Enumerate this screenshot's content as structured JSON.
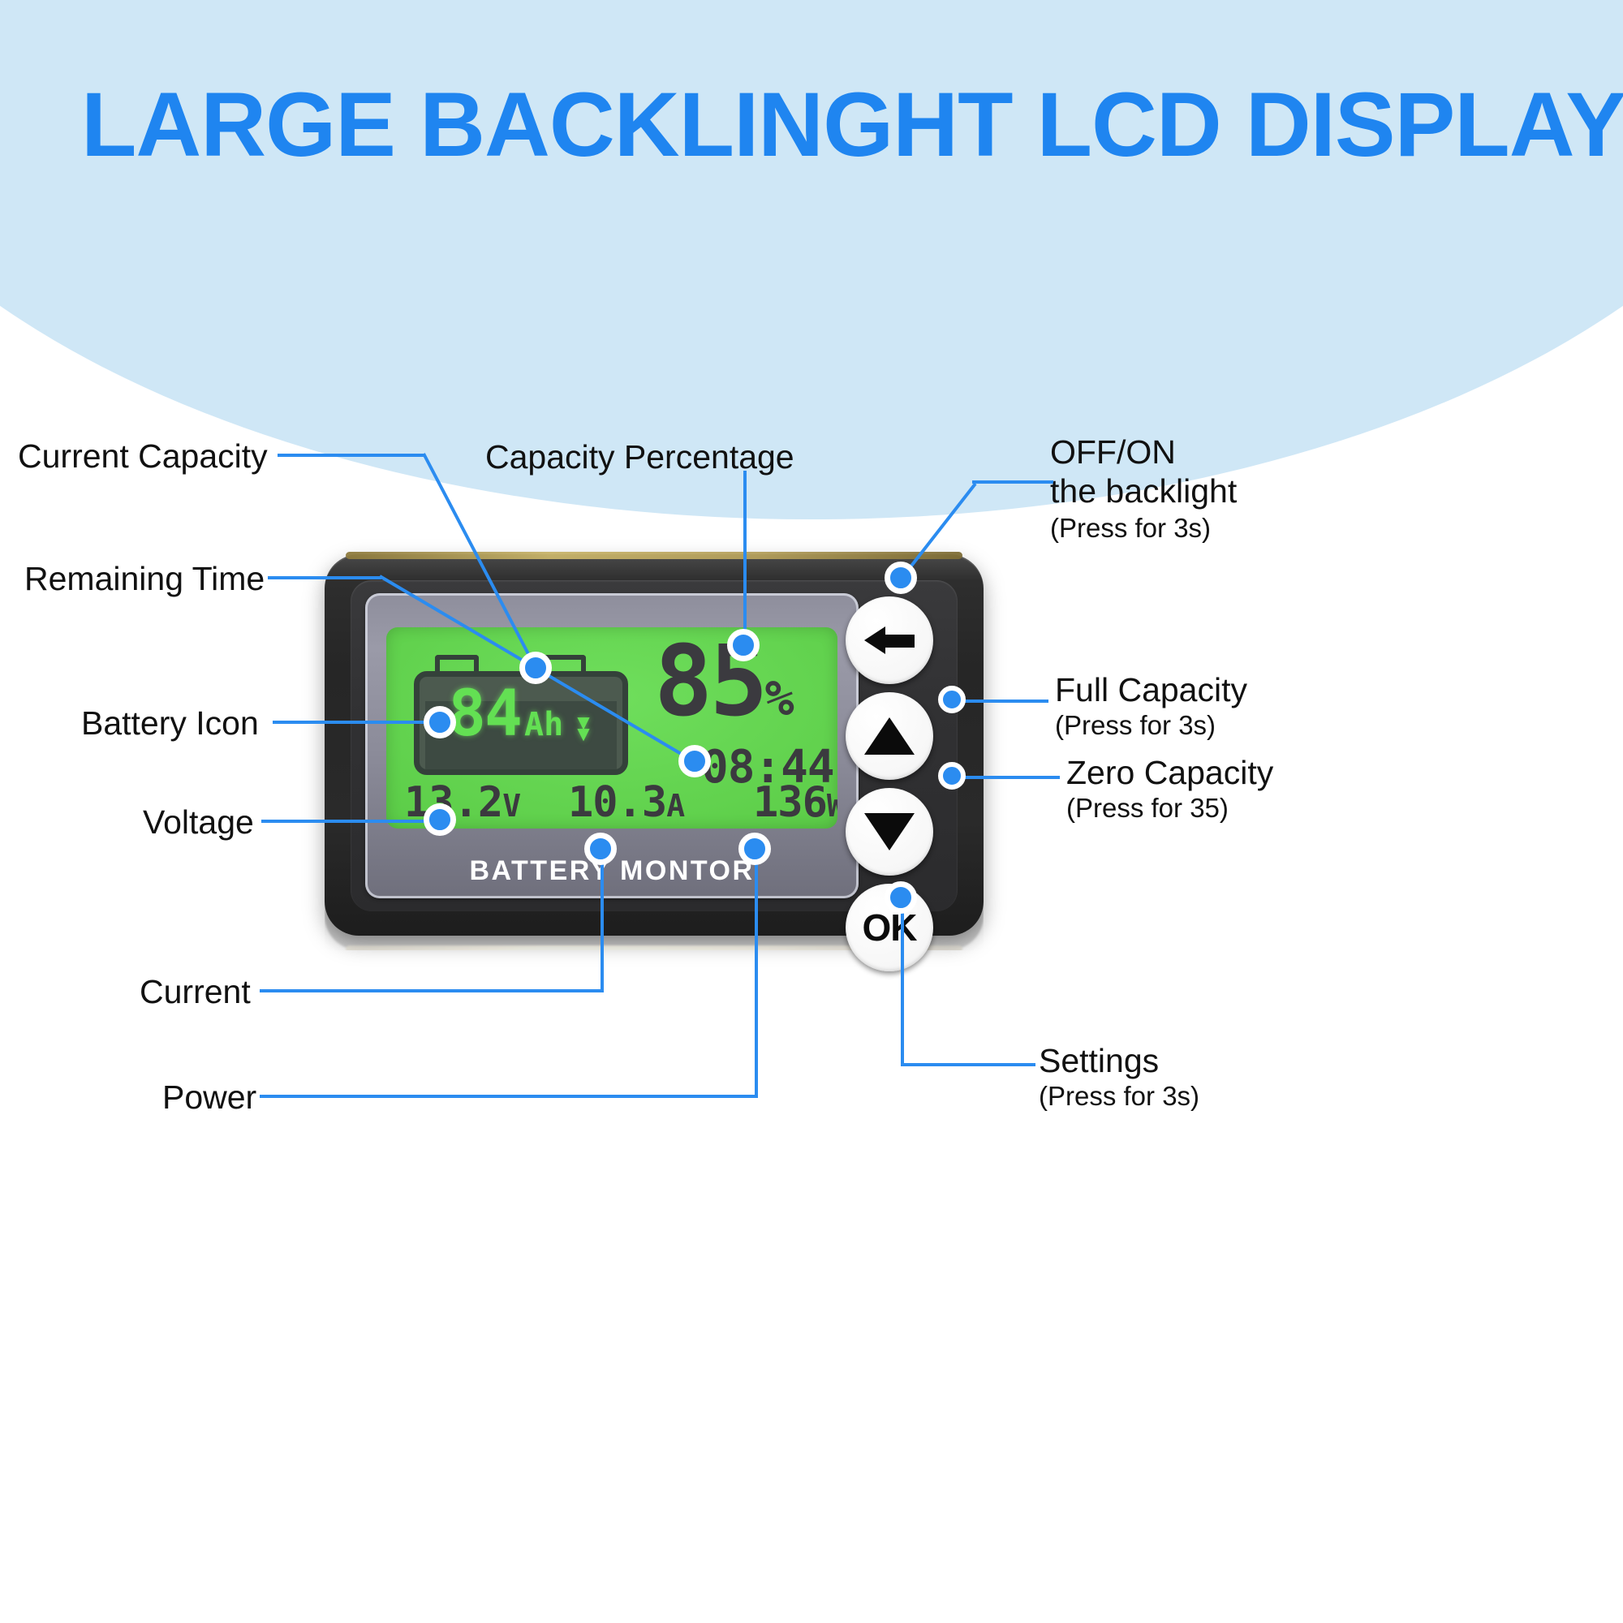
{
  "headline": "LARGE BACKLINGHT LCD DISPLAY",
  "colors": {
    "accent_blue": "#2b8cf0",
    "headline_blue": "#1f85f0",
    "band_blue": "#cfe7f6",
    "lcd_green": "#5ccd48",
    "lcd_dark_text": "#3b3a3f",
    "lcd_bright_green": "#63e053"
  },
  "device": {
    "brand": "BATTERY MONTOR",
    "lcd": {
      "capacity_value": "84",
      "capacity_unit": "Ah",
      "percent_value": "85",
      "percent_unit": "%",
      "remaining_time": "08:44",
      "voltage_value": "13.2",
      "voltage_unit": "V",
      "current_value": "10.3",
      "current_unit": "A",
      "power_value": "136",
      "power_unit": "W",
      "discharge_arrows": "▼▼"
    },
    "buttons": [
      {
        "name": "back",
        "glyph": "left-arrow",
        "label": ""
      },
      {
        "name": "up",
        "glyph": "up-triangle",
        "label": ""
      },
      {
        "name": "down",
        "glyph": "down-triangle",
        "label": ""
      },
      {
        "name": "ok",
        "glyph": "text",
        "label": "OK"
      }
    ]
  },
  "callouts": {
    "left": [
      {
        "title": "Current Capacity",
        "sub": ""
      },
      {
        "title": "Remaining Time",
        "sub": ""
      },
      {
        "title": "Battery Icon",
        "sub": ""
      },
      {
        "title": "Voltage",
        "sub": ""
      },
      {
        "title": "Current",
        "sub": ""
      },
      {
        "title": "Power",
        "sub": ""
      }
    ],
    "top": {
      "title": "Capacity Percentage",
      "sub": ""
    },
    "right": [
      {
        "title": "OFF/ON",
        "title2": "the backlight",
        "sub": "(Press for 3s)"
      },
      {
        "title": "Full Capacity",
        "sub": "(Press for 3s)"
      },
      {
        "title": "Zero Capacity",
        "sub": "(Press for 35)"
      },
      {
        "title": "Settings",
        "sub": "(Press for 3s)"
      }
    ]
  }
}
